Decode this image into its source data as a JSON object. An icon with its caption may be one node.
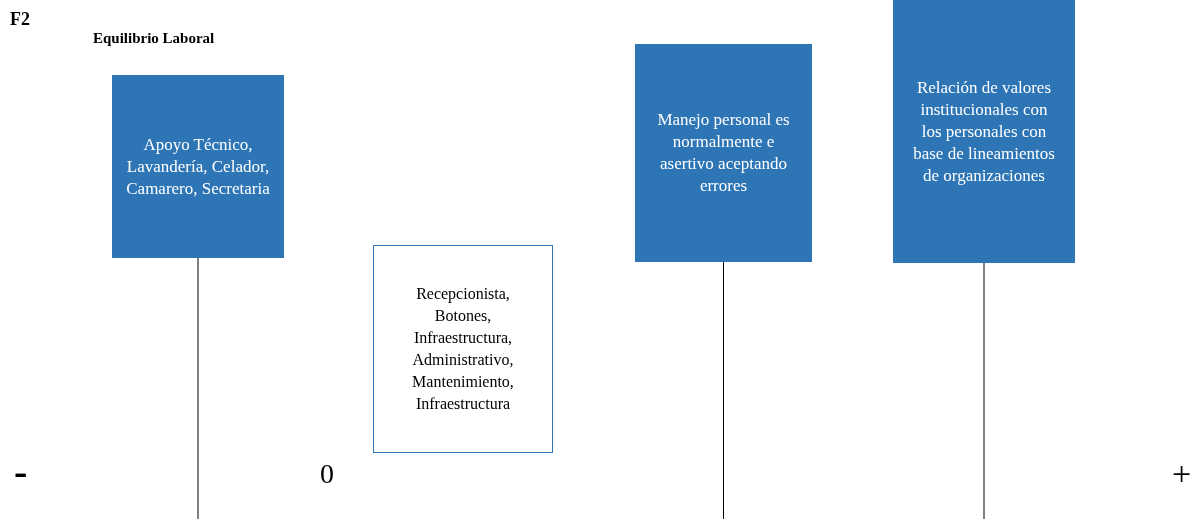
{
  "diagram": {
    "title": "Equilibrio Laboral",
    "nodes": [
      {
        "text": [
          "Apoyo Técnico, Lavandería, Celador, Camarero, Secretaria"
        ]
      },
      {
        "text": [
          "Recepcionista, Botones, Infraestructura, Administrativo, Mantenimiento, Infraestructura"
        ]
      },
      {
        "text": [
          "Manejo personal es normalmente e asertivo aceptando errores"
        ]
      },
      {
        "text": [
          "Relación de valores institucionales con los personales con base de lineamientos de organizaciones"
        ]
      }
    ],
    "edges": [
      {
        "from": 0,
        "to": null,
        "arrow": "none"
      },
      {
        "from": 2,
        "to": null,
        "arrow": "none"
      },
      {
        "from": 3,
        "to": null,
        "arrow": "none"
      }
    ],
    "labels": [
      "F2",
      "-",
      "0",
      "+"
    ]
  }
}
